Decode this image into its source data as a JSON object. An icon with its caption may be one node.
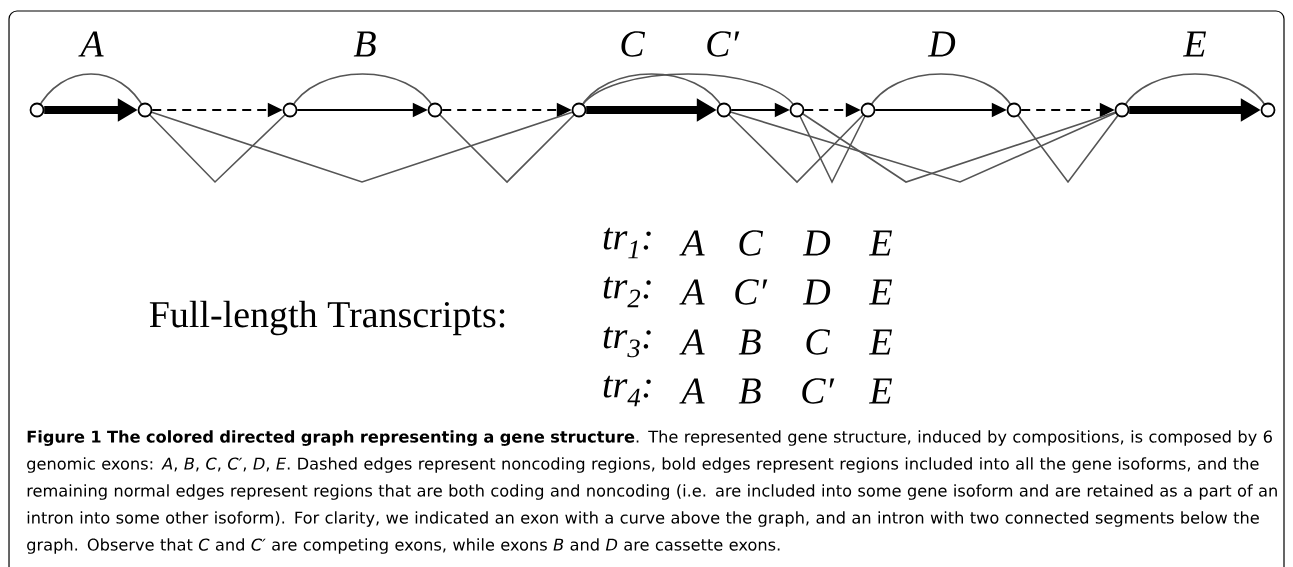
{
  "diagram": {
    "caption": "**Figure 1 The colored directed graph representing a gene structure**. The represented gene structure, induced by compositions, is composed by 6 genomic exons: *A*, *B*, *C*, *C′*, *D*, *E*. Dashed edges represent noncoding regions, bold edges represent regions included into all the gene isoforms, and the remaining normal edges represent regions that are both coding and noncoding (i.e. are included into some gene isoform and are retained as a part of an intron into some other isoform). For clarity, we indicated an exon with a curve above the graph, and an intron with two connected segments below the graph. Observe that *C* and *C′* are competing exons, while exons *B* and *D* are cassette exons.",
    "nodes": [
      {
        "text": [],
        "shape": "circle"
      },
      {
        "text": [],
        "shape": "circle"
      },
      {
        "text": [],
        "shape": "circle"
      },
      {
        "text": [],
        "shape": "circle"
      },
      {
        "text": [],
        "shape": "circle"
      },
      {
        "text": [],
        "shape": "circle"
      },
      {
        "text": [],
        "shape": "circle"
      },
      {
        "text": [],
        "shape": "circle"
      },
      {
        "text": [],
        "shape": "circle"
      },
      {
        "text": [],
        "shape": "circle"
      },
      {
        "text": [],
        "shape": "circle"
      }
    ],
    "edges": [
      {
        "from": 0,
        "to": 1,
        "arrow": "to",
        "style": "thick",
        "color": "#000000"
      },
      {
        "from": 1,
        "to": 2,
        "arrow": "to",
        "style": "dashed",
        "color": "#000000"
      },
      {
        "from": 2,
        "to": 3,
        "arrow": "to",
        "color": "#000000"
      },
      {
        "from": 3,
        "to": 4,
        "arrow": "to",
        "style": "dashed",
        "color": "#000000"
      },
      {
        "from": 4,
        "to": 5,
        "arrow": "to",
        "style": "thick",
        "color": "#000000"
      },
      {
        "from": 5,
        "to": 6,
        "arrow": "to",
        "color": "#000000"
      },
      {
        "from": 6,
        "to": 7,
        "arrow": "to",
        "style": "dashed",
        "color": "#000000"
      },
      {
        "from": 7,
        "to": 8,
        "arrow": "to",
        "color": "#000000"
      },
      {
        "from": 8,
        "to": 9,
        "arrow": "to",
        "style": "dashed",
        "color": "#000000"
      },
      {
        "from": 9,
        "to": 10,
        "arrow": "to",
        "style": "thick",
        "color": "#000000"
      },
      {
        "from": 0,
        "to": 1,
        "arrow": "none"
      },
      {
        "from": 2,
        "to": 3,
        "arrow": "none"
      },
      {
        "from": 4,
        "to": 5,
        "arrow": "none"
      },
      {
        "from": 4,
        "to": 6,
        "arrow": "none"
      },
      {
        "from": 7,
        "to": 8,
        "arrow": "none"
      },
      {
        "from": 9,
        "to": 10,
        "arrow": "none"
      },
      {
        "from": 1,
        "to": 2,
        "arrow": "none"
      },
      {
        "from": 1,
        "to": 4,
        "arrow": "none"
      },
      {
        "from": 3,
        "to": 4,
        "arrow": "none"
      },
      {
        "from": 5,
        "to": 7,
        "arrow": "none"
      },
      {
        "from": 5,
        "to": 9,
        "arrow": "none"
      },
      {
        "from": 6,
        "to": 7,
        "arrow": "none"
      },
      {
        "from": 6,
        "to": 9,
        "arrow": "none"
      },
      {
        "from": 8,
        "to": 9,
        "arrow": "none"
      }
    ],
    "labels": [
      "A",
      "B",
      "C",
      "C′",
      "D",
      "E",
      "Full-length Transcripts:",
      "tr$_{1}$:",
      "A",
      "C",
      "D",
      "E",
      "tr$_{2}$:",
      "A",
      "C′",
      "D",
      "E",
      "tr$_{3}$:",
      "A",
      "B",
      "C",
      "E",
      "tr$_{4}$:",
      "A",
      "B",
      "C′",
      "E"
    ]
  }
}
